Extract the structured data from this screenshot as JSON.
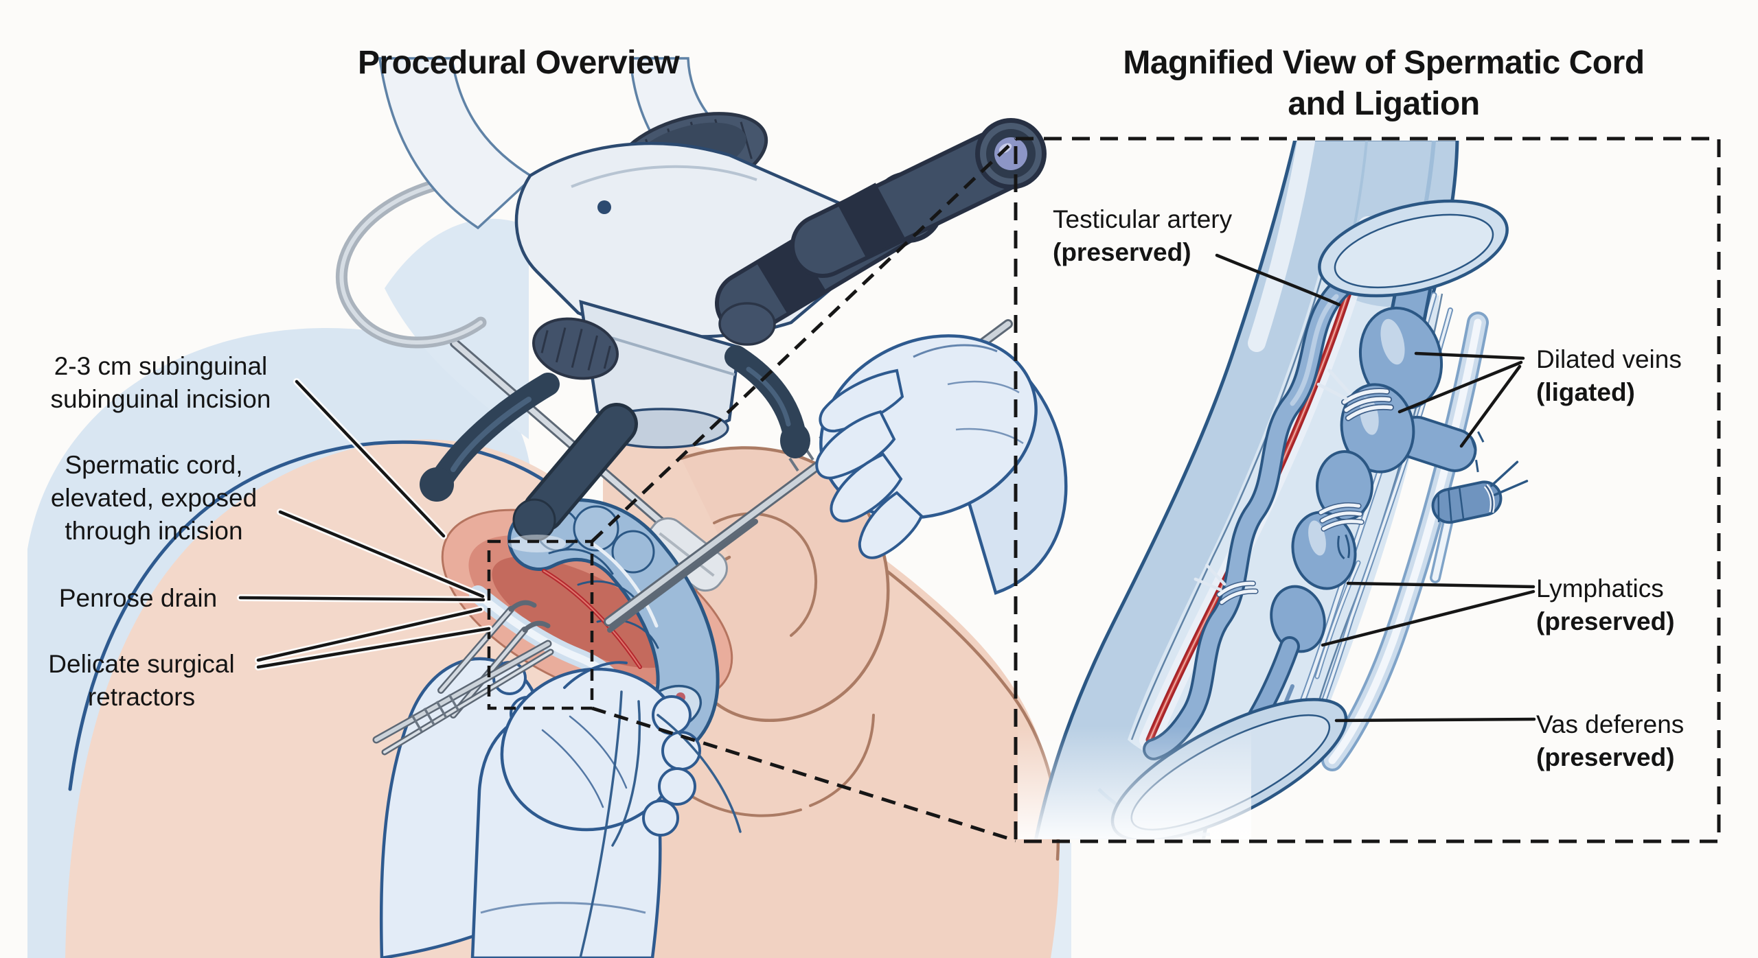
{
  "image_type": "medical illustration – microsurgical subinguinal varicocelectomy",
  "titles": {
    "left": "Procedural Overview",
    "right_line1": "Magnified View of Spermatic Cord",
    "right_line2": "and Ligation"
  },
  "left_panel": {
    "labels": {
      "incision": {
        "line1": "2-3 cm subinguinal",
        "line2": "subinguinal incision"
      },
      "cord": {
        "line1": "Spermatic cord,",
        "line2": "elevated, exposed",
        "line3": "through incision"
      },
      "penrose": {
        "text": "Penrose drain"
      },
      "retractors": {
        "line1": "Delicate surgical",
        "line2": "retractors"
      }
    }
  },
  "right_panel": {
    "labels": {
      "artery": {
        "name": "Testicular artery",
        "status": "(preserved)"
      },
      "veins": {
        "name": "Dilated veins",
        "status": "(ligated)"
      },
      "lymphatics": {
        "name": "Lymphatics",
        "status": "(preserved)"
      },
      "vas": {
        "name": "Vas deferens",
        "status": "(preserved)"
      }
    }
  },
  "colors": {
    "background": "#fcfbf9",
    "ink": "#141414",
    "artery_red": "#b5282e",
    "cord_blue": "#8fb2d6",
    "cord_outline": "#2b5784",
    "skin": "#f2d6c8",
    "skin_edge": "#ab7b64",
    "glove_blue": "#e3ecf7",
    "backdrop_blue": "#d9e6f2",
    "instrument_gray": "#ccd3da",
    "microscope_dark": "#3f4f66",
    "incision_pink": "#d98b7b"
  }
}
